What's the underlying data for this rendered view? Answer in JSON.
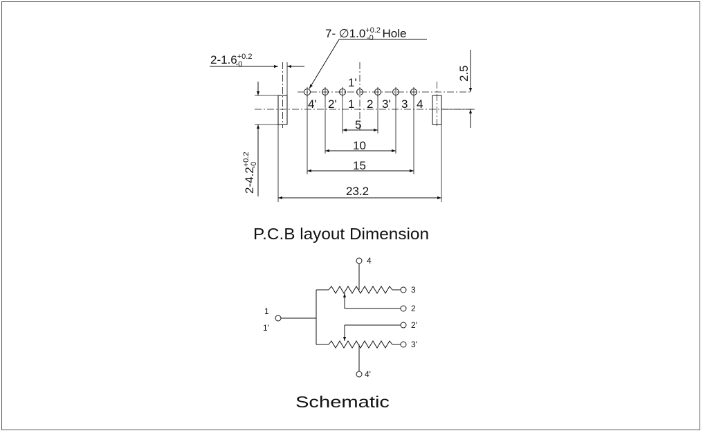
{
  "pcb": {
    "title": "P.C.B layout Dimension",
    "hole_callout": {
      "prefix": "7- ",
      "dia_symbol": "∅",
      "value": "1.0",
      "tol_plus": "+0.2",
      "tol_minus": "-0",
      "suffix": " Hole"
    },
    "slot_width": {
      "value": "2-1.6",
      "tol_plus": "+0.2",
      "tol_minus": "-0"
    },
    "slot_height": {
      "value": "2-4.2",
      "tol_plus": "+0.2",
      "tol_minus": "-0"
    },
    "pitch_label": "2.5",
    "pins_top_label": "1'",
    "pins_row": [
      "4'",
      "2'",
      "1",
      "2",
      "3'",
      "3",
      "4"
    ],
    "dims": {
      "d5": "5",
      "d10": "10",
      "d15": "15",
      "d23": "23.2"
    }
  },
  "schematic": {
    "title": "Schematic",
    "labels": {
      "t4": "4",
      "t3": "3",
      "t2": "2",
      "t1": "1",
      "t1p": "1'",
      "t2p": "2'",
      "t3p": "3'",
      "t4p": "4'"
    }
  }
}
